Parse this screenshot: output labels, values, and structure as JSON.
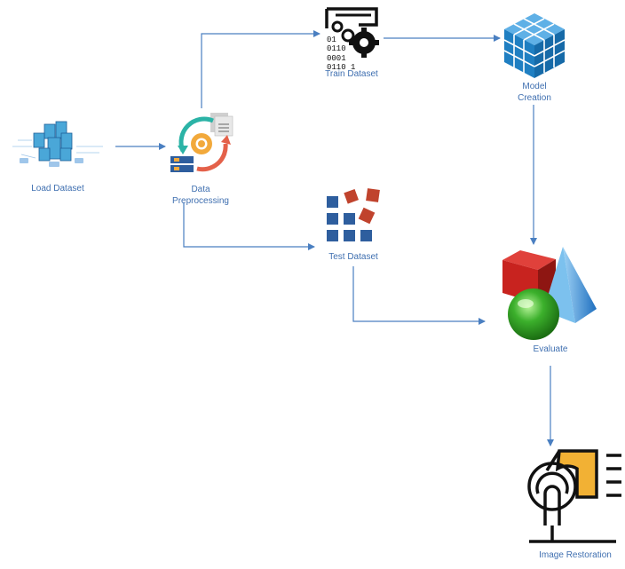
{
  "nodes": {
    "load_dataset": {
      "label": "Load Dataset",
      "icon": "server-cluster-icon"
    },
    "data_preprocessing": {
      "label_line1": "Data",
      "label_line2": "Preprocessing",
      "icon": "data-cycle-gear-icon"
    },
    "train_dataset": {
      "label": "Train Dataset",
      "icon": "binary-gears-icon",
      "binary_rows": [
        "01",
        "0110",
        "0001",
        "0110 1"
      ]
    },
    "model_creation": {
      "label_line1": "Model",
      "label_line2": "Creation",
      "icon": "cube-grid-icon"
    },
    "test_dataset": {
      "label": "Test Dataset",
      "icon": "tile-grid-icon"
    },
    "evaluate": {
      "label": "Evaluate",
      "icon": "3d-shapes-icon"
    },
    "image_restoration": {
      "label": "Image Restoration",
      "icon": "fingerprint-scan-icon"
    }
  },
  "colors": {
    "arrow": "#4a7fc1",
    "label": "#3f6fb0",
    "cube_blue": "#1f7fc2",
    "tile_blue": "#2e5e9e",
    "tile_red": "#c0432d",
    "orange": "#f2a93b",
    "green": "#3cb02c",
    "red_cube": "#c8231f"
  }
}
